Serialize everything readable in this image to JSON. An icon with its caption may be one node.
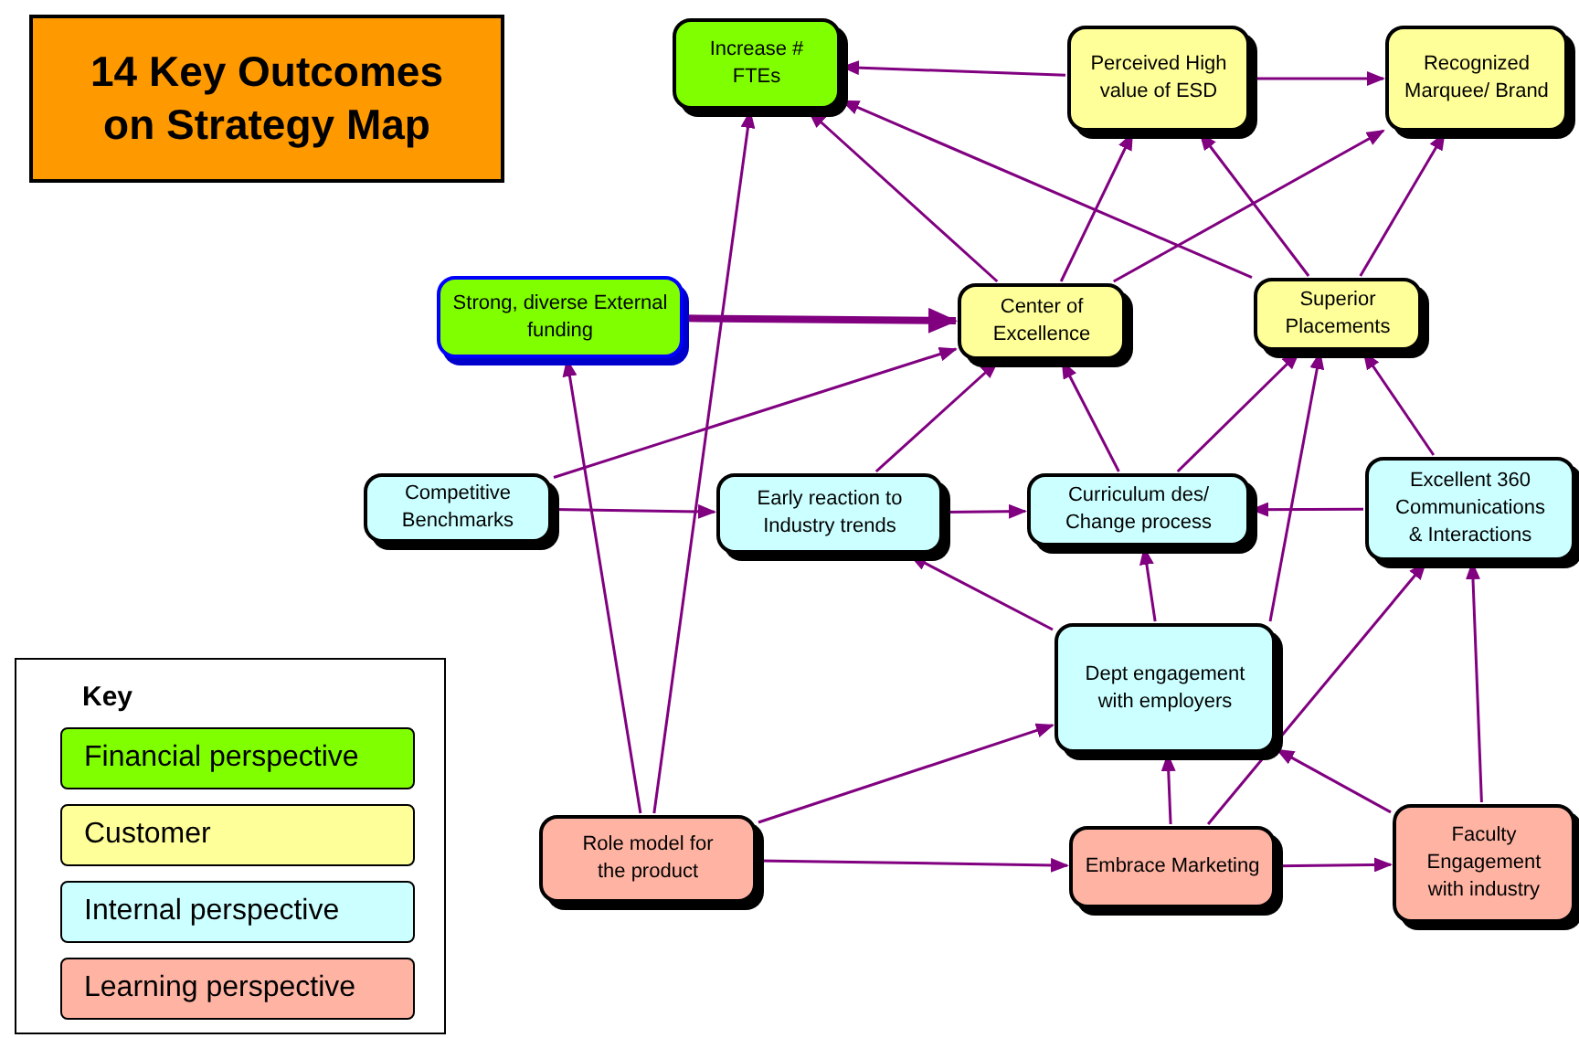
{
  "diagram": {
    "title": "14 Key Outcomes on Strategy Map",
    "nodes": [
      {
        "text": [
          "Increase # FTEs"
        ]
      },
      {
        "text": [
          "Perceived High value of ESD"
        ]
      },
      {
        "text": [
          "Recognized Marquee/ Brand"
        ]
      },
      {
        "text": [
          "Strong, diverse External funding"
        ]
      },
      {
        "text": [
          "Center of Excellence"
        ]
      },
      {
        "text": [
          "Superior Placements"
        ]
      },
      {
        "text": [
          "Competitive Benchmarks"
        ]
      },
      {
        "text": [
          "Early reaction to Industry trends"
        ]
      },
      {
        "text": [
          "Curriculum des/ Change process"
        ]
      },
      {
        "text": [
          "Excellent 360 Communications & Interactions"
        ]
      },
      {
        "text": [
          "Dept engagement with employers"
        ]
      },
      {
        "text": [
          "Role model for the product"
        ]
      },
      {
        "text": [
          "Embrace Marketing"
        ]
      },
      {
        "text": [
          "Faculty Engagement with industry"
        ]
      }
    ],
    "edges": [
      {
        "from": 1,
        "to": 0,
        "arrow": "to"
      },
      {
        "from": 1,
        "to": 2,
        "arrow": "to"
      },
      {
        "from": 4,
        "to": 0,
        "arrow": "to"
      },
      {
        "from": 5,
        "to": 0,
        "arrow": "to"
      },
      {
        "from": 4,
        "to": 1,
        "arrow": "to"
      },
      {
        "from": 5,
        "to": 1,
        "arrow": "to"
      },
      {
        "from": 4,
        "to": 2,
        "arrow": "to"
      },
      {
        "from": 5,
        "to": 2,
        "arrow": "to"
      },
      {
        "from": 3,
        "to": 4,
        "arrow": "to",
        "style": "thick"
      },
      {
        "from": 6,
        "to": 4,
        "arrow": "to"
      },
      {
        "from": 7,
        "to": 4,
        "arrow": "to"
      },
      {
        "from": 8,
        "to": 4,
        "arrow": "to"
      },
      {
        "from": 8,
        "to": 5,
        "arrow": "to"
      },
      {
        "from": 6,
        "to": 7,
        "arrow": "to"
      },
      {
        "from": 7,
        "to": 8,
        "arrow": "to"
      },
      {
        "from": 9,
        "to": 8,
        "arrow": "to"
      },
      {
        "from": 9,
        "to": 5,
        "arrow": "to"
      },
      {
        "from": 10,
        "to": 7,
        "arrow": "to"
      },
      {
        "from": 10,
        "to": 8,
        "arrow": "to"
      },
      {
        "from": 10,
        "to": 5,
        "arrow": "to"
      },
      {
        "from": 11,
        "to": 0,
        "arrow": "to"
      },
      {
        "from": 11,
        "to": 3,
        "arrow": "to"
      },
      {
        "from": 11,
        "to": 10,
        "arrow": "to"
      },
      {
        "from": 11,
        "to": 12,
        "arrow": "to"
      },
      {
        "from": 12,
        "to": 10,
        "arrow": "to"
      },
      {
        "from": 12,
        "to": 13,
        "arrow": "to"
      },
      {
        "from": 13,
        "to": 10,
        "arrow": "to"
      },
      {
        "from": 12,
        "to": 9,
        "arrow": "to"
      },
      {
        "from": 13,
        "to": 9,
        "arrow": "to"
      }
    ],
    "legend": [
      {
        "text": "Key"
      },
      {
        "text": "Financial perspective",
        "color": "#80ff00"
      },
      {
        "text": "Customer",
        "color": "#ffff99"
      },
      {
        "text": "Internal perspective",
        "color": "#ccffff"
      },
      {
        "text": "Learning perspective",
        "color": "#ffb3a3"
      }
    ]
  }
}
